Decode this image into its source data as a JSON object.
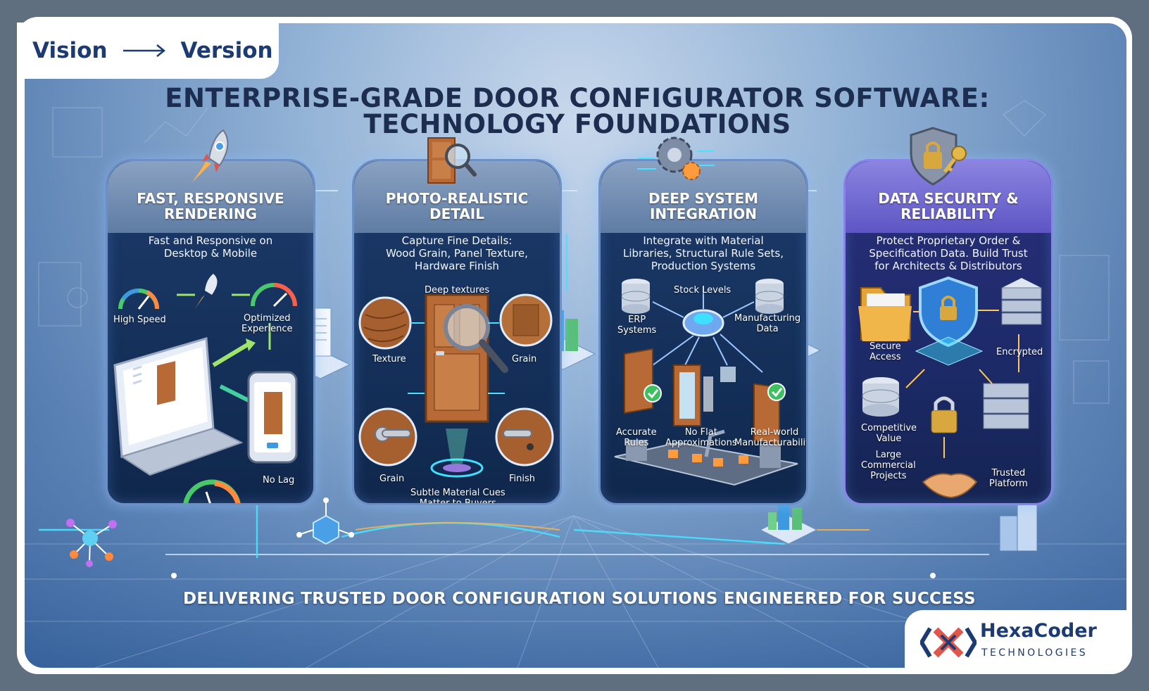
{
  "header_tag": {
    "left": "Vision",
    "right": "Version",
    "arrow_icon": "long-arrow-right-icon"
  },
  "title": {
    "line1": "ENTERPRISE-GRADE DOOR CONFIGURATOR SOFTWARE:",
    "line2": "TECHNOLOGY FOUNDATIONS"
  },
  "panels": [
    {
      "title_line1": "FAST, RESPONSIVE",
      "title_line2": "RENDERING",
      "sub_line1": "Fast and Responsive on",
      "sub_line2": "Desktop & Mobile",
      "labels": {
        "speed": "High Speed",
        "optimized1": "Optimized",
        "optimized2": "Experience",
        "nolag": "No Lag"
      },
      "icons": [
        "rocket-icon",
        "speedometer-icon",
        "laptop-icon",
        "phone-icon",
        "door-icon"
      ]
    },
    {
      "title_line1": "PHOTO-REALISTIC",
      "title_line2": "DETAIL",
      "sub_line1": "Capture Fine Details:",
      "sub_line2": "Wood Grain, Panel Texture,",
      "sub_line3": "Hardware Finish",
      "labels": {
        "deep": "Deep textures",
        "texture": "Texture",
        "grain_top": "Grain",
        "grain_bottom": "Grain",
        "finish": "Finish",
        "cues1": "Subtle Material Cues",
        "cues2": "Matter to Buyers"
      },
      "icons": [
        "magnifier-icon",
        "door-icon",
        "wood-texture-icon",
        "door-handle-icon"
      ]
    },
    {
      "title_line1": "DEEP SYSTEM",
      "title_line2": "INTEGRATION",
      "sub_line1": "Integrate with Material",
      "sub_line2": "Libraries, Structural Rule Sets,",
      "sub_line3": "Production Systems",
      "labels": {
        "stock": "Stock Levels",
        "erp1": "ERP",
        "erp2": "Systems",
        "mfg1": "Manufacturing",
        "mfg2": "Data",
        "acc1": "Accurate",
        "acc2": "Rules",
        "flat1": "No Flat",
        "flat2": "Approximations",
        "real1": "Real-world",
        "real2": "Manufacturability"
      },
      "icons": [
        "gears-icon",
        "database-icon",
        "hub-icon",
        "checkmark-icon",
        "conveyor-icon"
      ]
    },
    {
      "title_line1": "DATA SECURITY &",
      "title_line2": "RELIABILITY",
      "sub_line1": "Protect Proprietary Order &",
      "sub_line2": "Specification Data. Build Trust",
      "sub_line3": "for Architects & Distributors",
      "labels": {
        "secure1": "Secure",
        "secure2": "Access",
        "encrypted": "Encrypted",
        "comp1": "Competitive",
        "comp2": "Value",
        "large1": "Large",
        "large2": "Commercial",
        "large3": "Projects",
        "trusted1": "Trusted",
        "trusted2": "Platform"
      },
      "icons": [
        "padlock-key-icon",
        "shield-lock-icon",
        "folder-icon",
        "server-icon",
        "handshake-icon"
      ]
    }
  ],
  "footer": "DELIVERING TRUSTED DOOR CONFIGURATION SOLUTIONS ENGINEERED FOR SUCCESS",
  "logo": {
    "name": "HexaCoder",
    "sub": "TECHNOLOGIES",
    "icon": "hexacoder-logo-icon"
  },
  "colors": {
    "brand": "#1c3b73",
    "panel_border": "#6c8fc6",
    "security_accent": "#5d56c4",
    "glow": "#3fe0ff"
  }
}
